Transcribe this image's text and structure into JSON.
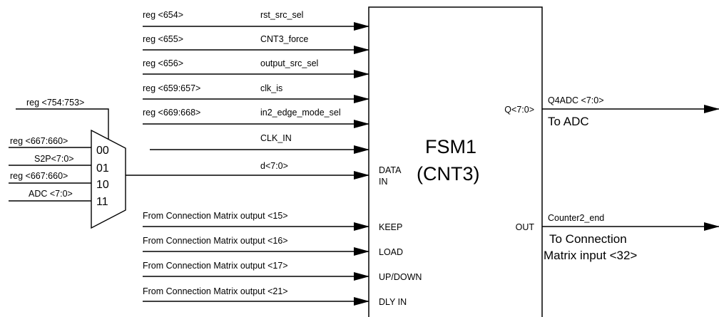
{
  "fsm": {
    "name": "FSM1",
    "sub": "(CNT3)",
    "ports": {
      "data_line1": "DATA",
      "data_line2": "IN",
      "keep": "KEEP",
      "load": "LOAD",
      "updown": "UP/DOWN",
      "dly_in": "DLY IN",
      "q": "Q<7:0>",
      "out": "OUT"
    }
  },
  "inputs": [
    {
      "reg": "reg <654>",
      "signal": "rst_src_sel"
    },
    {
      "reg": "reg <655>",
      "signal": "CNT3_force"
    },
    {
      "reg": "reg <656>",
      "signal": "output_src_sel"
    },
    {
      "reg": "reg <659:657>",
      "signal": "clk_is"
    },
    {
      "reg": "reg <669:668>",
      "signal": "in2_edge_mode_sel"
    },
    {
      "reg": "",
      "signal": "CLK_IN"
    },
    {
      "reg": "",
      "signal": "d<7:0>"
    }
  ],
  "matrix_inputs": [
    "From Connection Matrix output <15>",
    "From Connection Matrix output <16>",
    "From Connection Matrix output <17>",
    "From Connection Matrix output <21>"
  ],
  "mux": {
    "select": "reg <754:753>",
    "inputs": [
      {
        "label": "reg <667:660>",
        "code": "00"
      },
      {
        "label": "S2P<7:0>",
        "code": "01"
      },
      {
        "label": "reg <667:660>",
        "code": "10"
      },
      {
        "label": "ADC <7:0>",
        "code": "11"
      }
    ]
  },
  "outputs": {
    "q": {
      "signal": "Q4ADC <7:0>",
      "note": "To ADC"
    },
    "out": {
      "signal": "Counter2_end",
      "note_line1": "To Connection",
      "note_line2": "Matrix input <32>"
    }
  }
}
